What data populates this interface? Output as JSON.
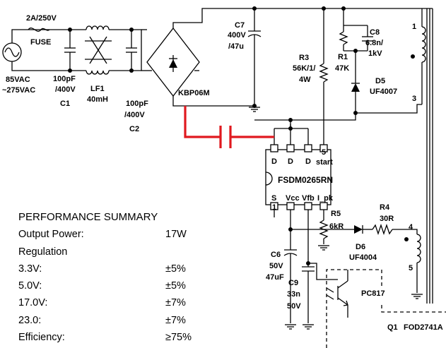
{
  "input": {
    "voltage_range": [
      "85VAC",
      "~275VAC"
    ],
    "fuse_rating": "2A/250V",
    "fuse_name": "FUSE"
  },
  "components": {
    "c1": {
      "value": [
        "100pF",
        "/400V"
      ],
      "ref": "C1"
    },
    "lf1": {
      "ref": "LF1",
      "value": "40mH"
    },
    "c2": {
      "value": [
        "100pF",
        "/400V"
      ],
      "ref": "C2"
    },
    "bridge": {
      "ref": "KBP06M"
    },
    "c7": {
      "ref": "C7",
      "value": [
        "400V",
        "/47u"
      ]
    },
    "r3": {
      "ref": "R3",
      "value": [
        "56K/1/",
        "4W"
      ]
    },
    "r1": {
      "ref": "R1",
      "value": "47K"
    },
    "c8": {
      "ref": "C8",
      "value": [
        "6.8n/",
        "1kV"
      ]
    },
    "d5": {
      "ref": "D5",
      "value": "UF4007"
    },
    "ic": {
      "ref": "FSDM0265RN",
      "top_pins": [
        "D",
        "D",
        "D",
        "start"
      ],
      "pin5": "5",
      "bottom_pins": [
        "S",
        "Vcc",
        "Vfb",
        "I_pk"
      ],
      "pin1": "1"
    },
    "r5": {
      "ref": "R5",
      "value": "6kR"
    },
    "r4": {
      "ref": "R4",
      "value": "30R"
    },
    "d6": {
      "ref": "D6",
      "value": "UF4004"
    },
    "c6": {
      "ref": "C6",
      "value": [
        "50V",
        "47uF"
      ]
    },
    "c9": {
      "ref": "C9",
      "value": [
        "33n",
        "50V"
      ]
    },
    "opto": {
      "ref": "PC817"
    },
    "q1": {
      "ref": "Q1",
      "value": "FOD2741A"
    },
    "transformer": {
      "pins": [
        "1",
        "3",
        "4",
        "5"
      ]
    }
  },
  "performance": {
    "title": "PERFORMANCE SUMMARY",
    "rows": [
      {
        "label": "Output Power:",
        "value": "17W"
      },
      {
        "label": "Regulation",
        "value": ""
      },
      {
        "label": "3.3V:",
        "value": "±5%"
      },
      {
        "label": "5.0V:",
        "value": "±5%"
      },
      {
        "label": "17.0V:",
        "value": "±7%"
      },
      {
        "label": "23.0:",
        "value": "±7%"
      },
      {
        "label": "Efficiency:",
        "value": "≥75%"
      }
    ]
  },
  "colors": {
    "wire": "#000000",
    "highlight": "#e0191f",
    "background": "#ffffff"
  }
}
